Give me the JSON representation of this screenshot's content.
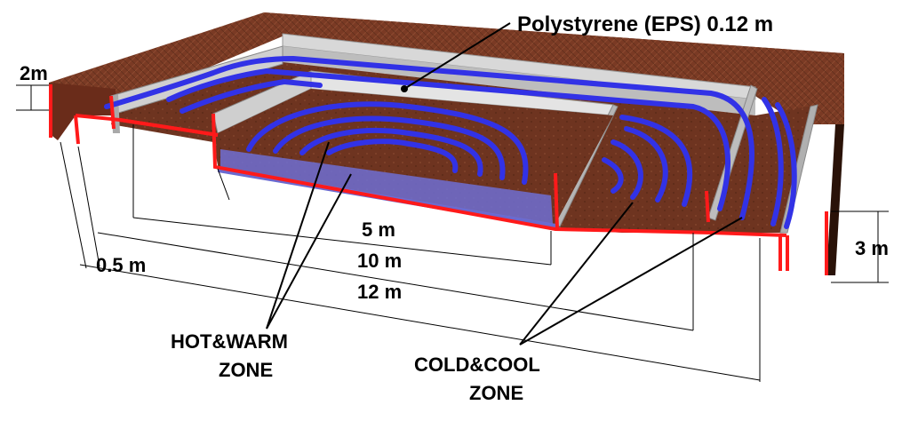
{
  "labels": {
    "insulation": "Polystyrene (EPS) 0.12 m",
    "wall_height": "2m",
    "depth": "3 m",
    "inner_length": "5 m",
    "mid_length": "10 m",
    "outer_length": "12 m",
    "edge_offset": "0.5 m",
    "hot_zone_line1": "HOT&WARM",
    "hot_zone_line2": "ZONE",
    "cold_zone_line1": "COLD&COOL",
    "cold_zone_line2": "ZONE"
  },
  "colors": {
    "soil": "#7a3a24",
    "soil_dark": "#5e2a18",
    "wall": "#d8d8d8",
    "wall_dark": "#a9a9a9",
    "pipe": "#3232e6",
    "edge": "#ff1a1a",
    "water": "#6a6ad0"
  }
}
